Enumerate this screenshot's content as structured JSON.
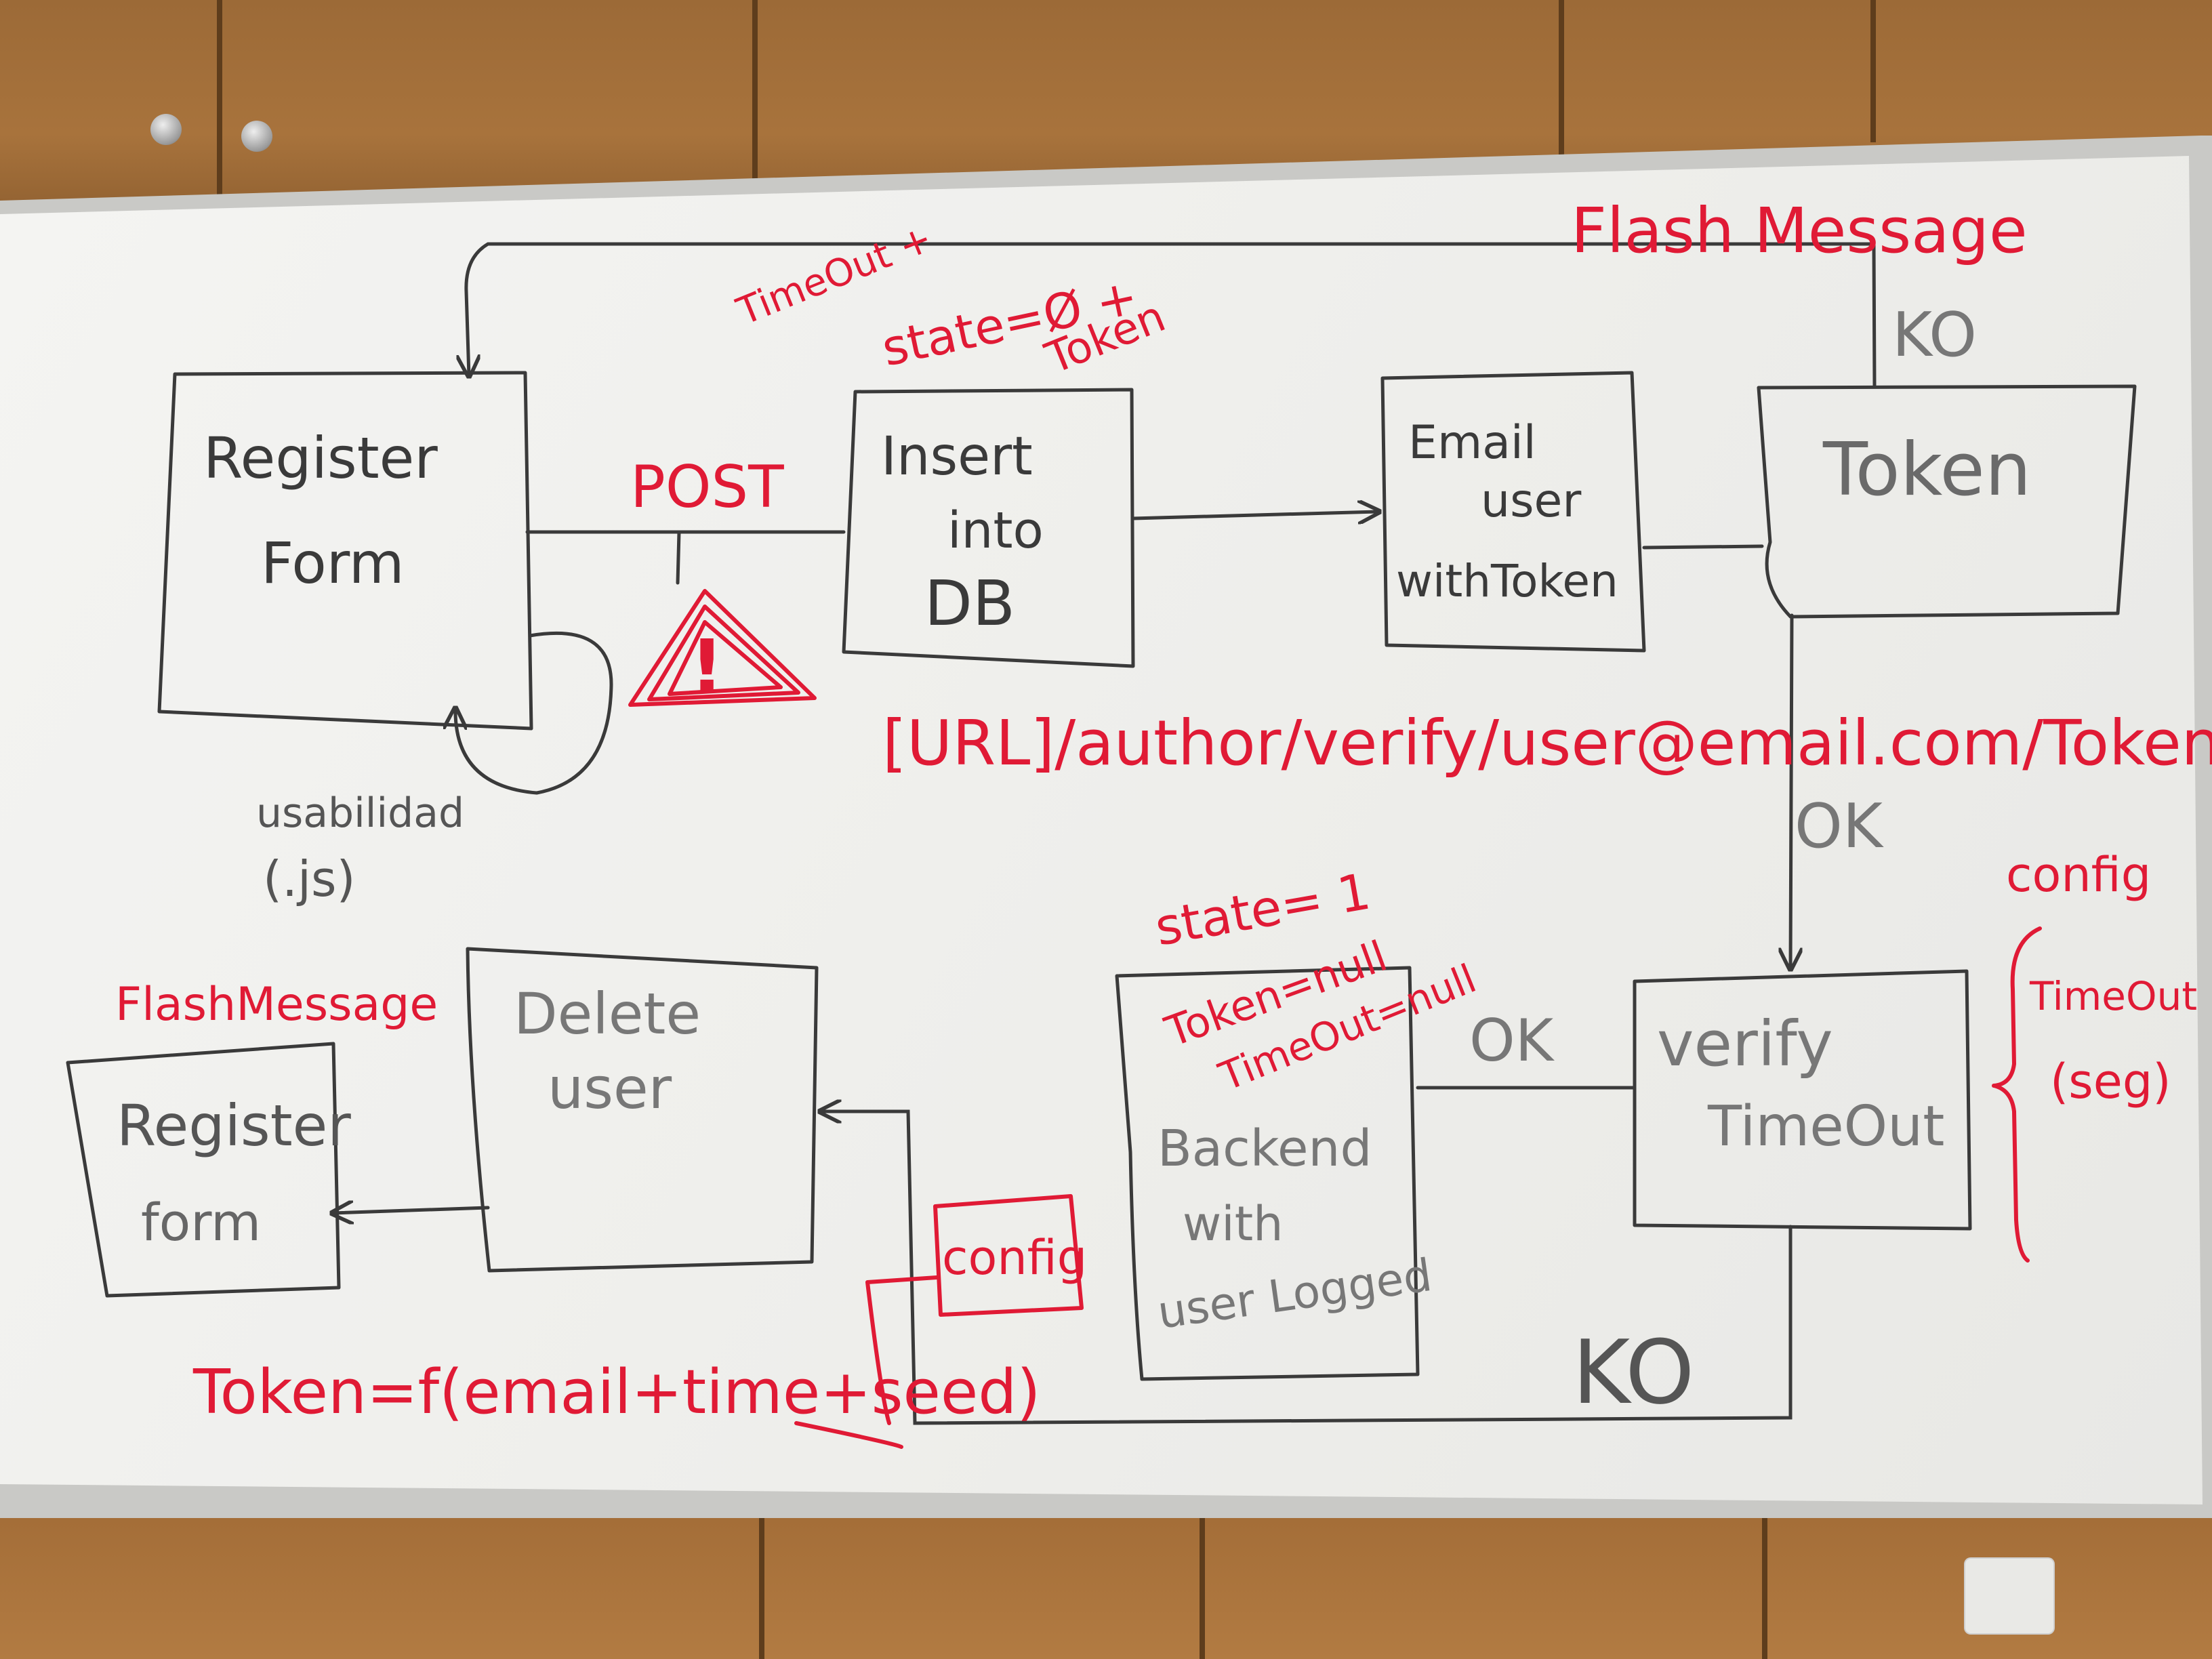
{
  "nodes": {
    "register_form": [
      "Register",
      "Form"
    ],
    "insert_db": [
      "Insert",
      "into",
      "DB"
    ],
    "email_user": [
      "Email",
      "user",
      "withToken"
    ],
    "token": "Token",
    "verify_timeout": [
      "verify",
      "TimeOut"
    ],
    "backend": [
      "Backend",
      "with",
      "user Logged"
    ],
    "delete_user": [
      "Delete",
      "user"
    ],
    "register_form_2": [
      "Register",
      "form"
    ]
  },
  "edge_labels": {
    "post": "POST",
    "ko_top": "KO",
    "ok_right": "OK",
    "ok_middle": "OK",
    "ko_bottom": "KO"
  },
  "annotations": {
    "flash_message_top": "Flash Message",
    "insert_state": [
      "TimeOut +",
      "state=Ø +",
      "Token"
    ],
    "url": "[URL]/author/verify/user@email.com/Token",
    "usability": [
      "usabilidad",
      "(.js)"
    ],
    "config_timeout": [
      "config",
      "TimeOut",
      "(seg)"
    ],
    "backend_state": [
      "state= 1",
      "Token=null",
      "TimeOut=null"
    ],
    "flash_message_bottom": "FlashMessage",
    "config_box": "config",
    "token_formula": "Token=f(email+time+seed)",
    "warning_mark": "!"
  },
  "colors": {
    "ink_dark": "#3a3a3a",
    "ink_red": "#e01a35",
    "board": "#efefec",
    "wood": "#a8733c"
  }
}
